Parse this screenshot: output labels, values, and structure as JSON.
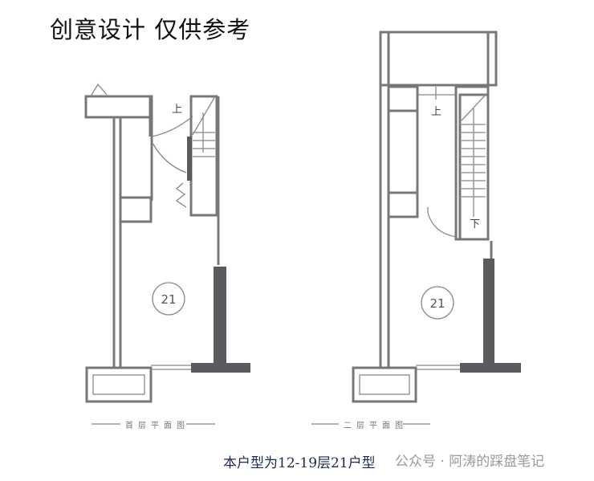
{
  "title": "创意设计 仅供参考",
  "plans": [
    {
      "caption": "首层平面图",
      "unit_number": "21",
      "stair_label": "上"
    },
    {
      "caption": "二层平面图",
      "unit_number": "21",
      "stair_labels": [
        "上",
        "下"
      ]
    }
  ],
  "footer": {
    "note": "本户型为12-19层21户型",
    "watermark": "公众号 · 阿涛的踩盘笔记"
  }
}
